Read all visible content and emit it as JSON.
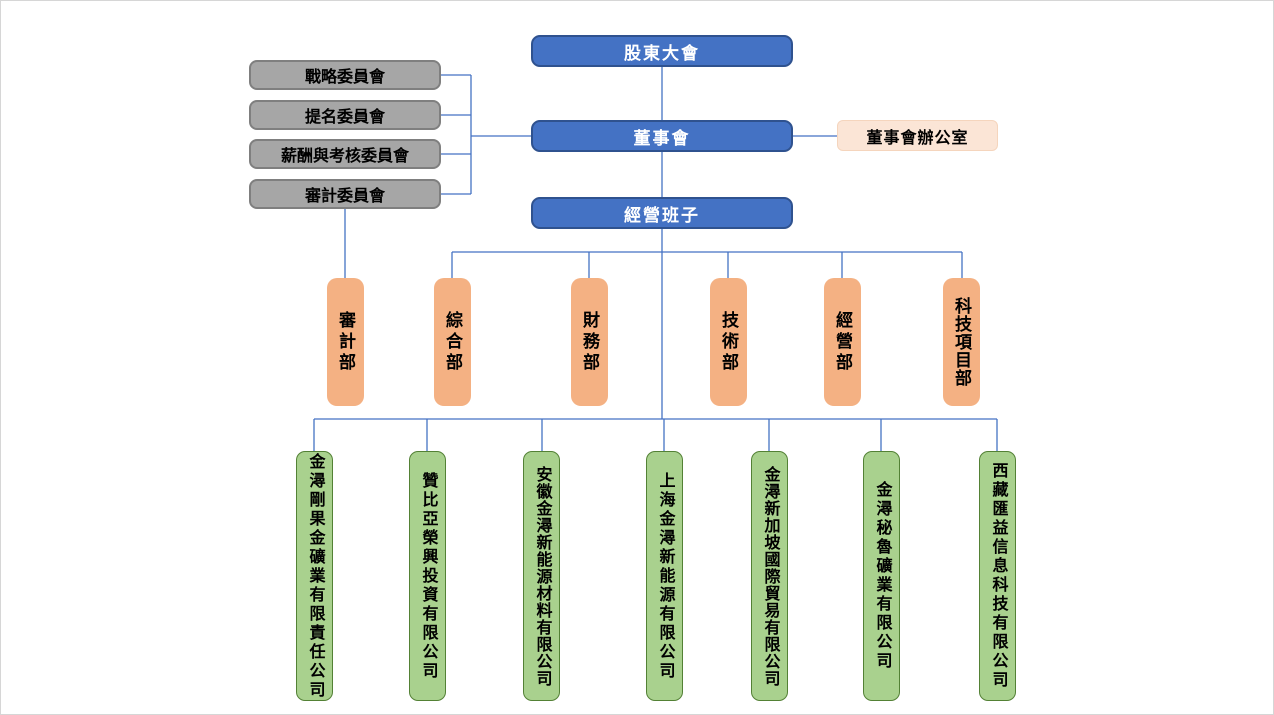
{
  "chart_type": "org-chart",
  "colors": {
    "main_box_fill": "#4472C4",
    "main_box_border": "#2F528F",
    "committee_fill": "#A6A6A6",
    "committee_border": "#7F7F7F",
    "office_fill": "#FBE5D6",
    "department_fill": "#F4B183",
    "subsidiary_fill": "#A9D18E",
    "subsidiary_border": "#538135",
    "connector": "#4472C4"
  },
  "nodes": {
    "shareholders_meeting": "股東大會",
    "board_of_directors": "董事會",
    "board_office": "董事會辦公室",
    "management_team": "經營班子"
  },
  "committees": [
    {
      "label": "戰略委員會"
    },
    {
      "label": "提名委員會"
    },
    {
      "label": "薪酬與考核委員會"
    },
    {
      "label": "審計委員會"
    }
  ],
  "departments": [
    {
      "label": "審計部"
    },
    {
      "label": "綜合部"
    },
    {
      "label": "財務部"
    },
    {
      "label": "技術部"
    },
    {
      "label": "經營部"
    },
    {
      "label": "科技項目部"
    }
  ],
  "subsidiaries": [
    {
      "label": "金潯剛果金礦業有限責任公司"
    },
    {
      "label": "贊比亞榮興投資有限公司"
    },
    {
      "label": "安徽金潯新能源材料有限公司"
    },
    {
      "label": "上海金潯新能源有限公司"
    },
    {
      "label": "金潯新加坡國際貿易有限公司"
    },
    {
      "label": "金潯秘魯礦業有限公司"
    },
    {
      "label": "西藏匯益信息科技有限公司"
    }
  ]
}
